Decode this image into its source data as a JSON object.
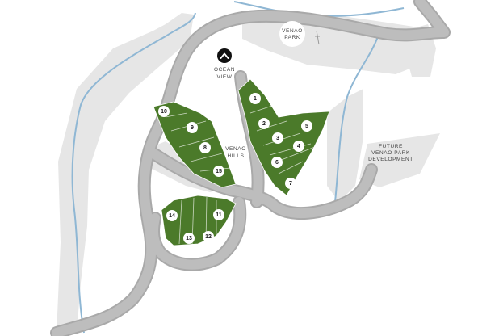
{
  "labels": {
    "ocean_view_line1": "OCEAN",
    "ocean_view_line2": "VIEW",
    "venao_park_line1": "VENAO",
    "venao_park_line2": "PARK",
    "venao_hills_line1": "VENAO",
    "venao_hills_line2": "HILLS",
    "future_line1": "FUTURE",
    "future_line2": "VENAO PARK",
    "future_line3": "DEVELOPMENT"
  },
  "icons": {
    "ocean_view": "chevron-up-icon"
  },
  "colors": {
    "plot_green": "#4b7a2a",
    "road_grey": "#bdbdbd",
    "land_grey": "#e6e6e6",
    "river_blue": "#8fb7d4",
    "ocean_marker": "#111111"
  },
  "lots": [
    {
      "id": "1",
      "label": "1"
    },
    {
      "id": "2",
      "label": "2"
    },
    {
      "id": "3",
      "label": "3"
    },
    {
      "id": "4",
      "label": "4"
    },
    {
      "id": "5",
      "label": "5"
    },
    {
      "id": "6",
      "label": "6"
    },
    {
      "id": "7",
      "label": "7"
    },
    {
      "id": "8",
      "label": "8"
    },
    {
      "id": "9",
      "label": "9"
    },
    {
      "id": "10",
      "label": "10"
    },
    {
      "id": "11",
      "label": "11"
    },
    {
      "id": "12",
      "label": "12"
    },
    {
      "id": "13",
      "label": "13"
    },
    {
      "id": "14",
      "label": "14"
    },
    {
      "id": "15",
      "label": "15"
    }
  ]
}
